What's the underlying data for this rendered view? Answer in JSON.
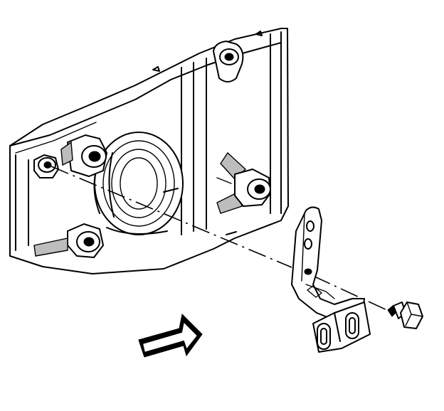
{
  "diagram": {
    "components": [
      {
        "id": "engine-block",
        "icon": "engine-casting"
      },
      {
        "id": "mounting-bracket",
        "icon": "bracket"
      },
      {
        "id": "bracket-bolt",
        "icon": "hex-bolt"
      },
      {
        "id": "direction-arrow",
        "icon": "arrow"
      }
    ],
    "colors": {
      "line": "#000000",
      "background": "#ffffff",
      "shade": "#bdbdbd"
    }
  }
}
